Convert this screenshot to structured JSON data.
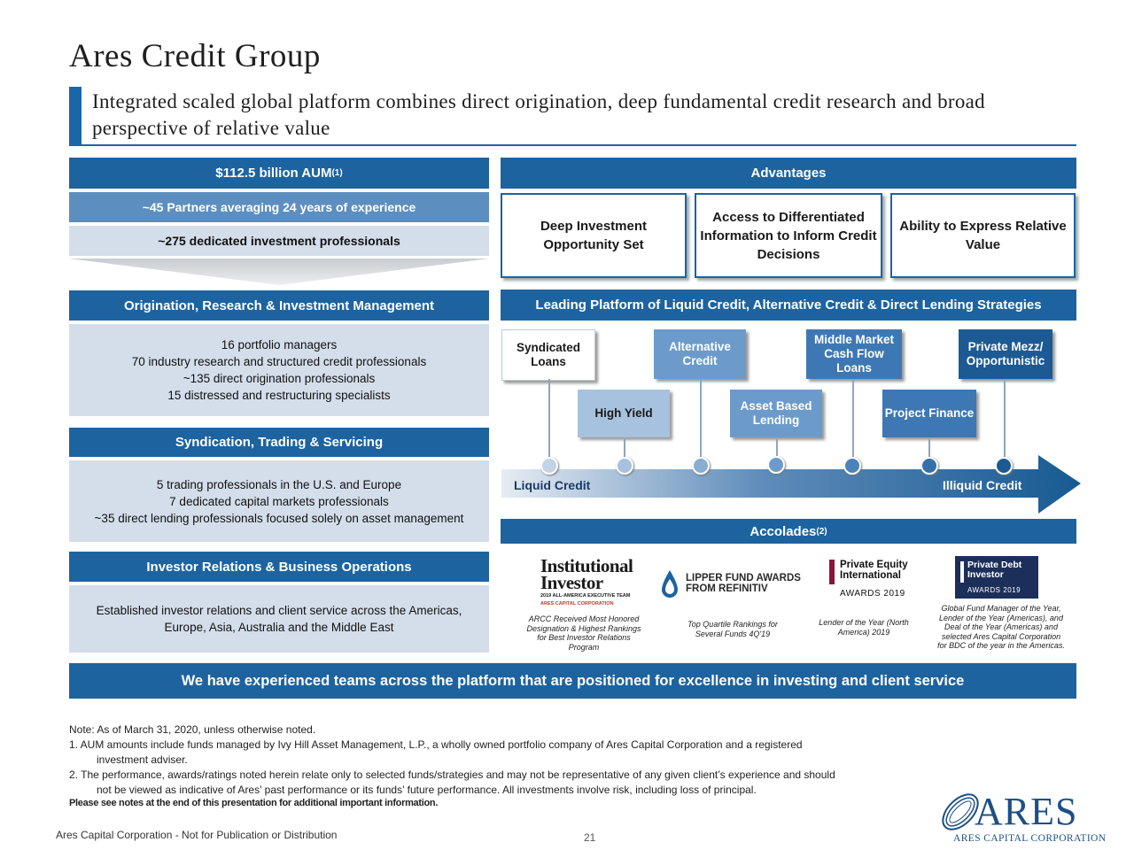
{
  "header": {
    "title": "Ares Credit Group",
    "subtitle": "Integrated scaled global platform combines direct origination, deep fundamental credit research and broad perspective of relative value"
  },
  "left": {
    "aum_label": "$112.5 billion AUM",
    "aum_sup": "(1)",
    "partners": "~45 Partners averaging 24 years of experience",
    "professionals": "~275 dedicated investment professionals",
    "sections": [
      {
        "header": "Origination, Research & Investment Management",
        "lines": [
          "16 portfolio managers",
          "70 industry research and structured credit professionals",
          "~135 direct origination professionals",
          "15 distressed and restructuring specialists"
        ]
      },
      {
        "header": "Syndication, Trading & Servicing",
        "lines": [
          "5 trading professionals in the U.S. and Europe",
          "7 dedicated capital markets professionals",
          "~35 direct lending professionals focused solely on asset management"
        ]
      },
      {
        "header": "Investor Relations & Business Operations",
        "lines": [
          "Established investor relations and client service across the Americas,",
          "Europe, Asia, Australia and the Middle East"
        ]
      }
    ]
  },
  "advantages": {
    "header": "Advantages",
    "items": [
      "Deep Investment Opportunity Set",
      "Access to Differentiated Information to Inform Credit Decisions",
      "Ability to Express Relative Value"
    ]
  },
  "platform": {
    "header": "Leading Platform of Liquid Credit, Alternative Credit & Direct Lending Strategies",
    "strategies": [
      "Syndicated Loans",
      "High Yield",
      "Alternative Credit",
      "Asset Based Lending",
      "Middle Market Cash Flow Loans",
      "Project Finance",
      "Private Mezz/ Opportunistic"
    ],
    "arrow_left": "Liquid Credit",
    "arrow_right": "Illiquid Credit"
  },
  "accolades": {
    "header": "Accolades",
    "sup": "(2)",
    "items": [
      {
        "logo_lines": [
          "Institutional",
          "Investor"
        ],
        "logo_sub": "2019 ALL-AMERICA EXECUTIVE TEAM",
        "logo_sub2": "ARES CAPITAL CORPORATION",
        "caption": "ARCC Received Most Honored Designation & Highest Rankings for Best Investor Relations Program"
      },
      {
        "logo_lines": [
          "LIPPER FUND AWARDS",
          "FROM REFINITIV"
        ],
        "caption": "Top Quartile Rankings for Several Funds 4Q'19"
      },
      {
        "logo_lines": [
          "Private Equity",
          "International"
        ],
        "logo_sub": "AWARDS 2019",
        "caption": "Lender of the Year (North America) 2019"
      },
      {
        "logo_lines": [
          "Private Debt",
          "Investor"
        ],
        "logo_sub": "AWARDS 2019",
        "caption": "Global Fund Manager of the Year, Lender of the Year (Americas), and Deal of the Year (Americas) and selected Ares Capital Corporation for BDC of the year in the Americas."
      }
    ]
  },
  "banner": "We have experienced teams across the platform that are positioned for excellence in investing and client service",
  "notes": {
    "line0": "Note: As of March 31, 2020, unless otherwise noted.",
    "n1a": "1.    AUM amounts include funds managed by Ivy Hill Asset Management, L.P., a wholly owned portfolio company of Ares Capital Corporation and a registered",
    "n1b": "investment adviser.",
    "n2a": "2.    The performance, awards/ratings noted herein relate only to selected funds/strategies and may not be representative of any given client’s experience and should",
    "n2b": "not be viewed as indicative of Ares’ past performance or its funds’ future performance. All investments involve risk, including loss of principal.",
    "bold": "Please see notes at the end of this presentation for additional important information."
  },
  "footer": {
    "left": "Ares Capital Corporation - Not for Publication or Distribution",
    "page": "21",
    "logo_text": "ARES",
    "logo_sub": "ARES CAPITAL CORPORATION"
  },
  "colors": {
    "brand_blue": "#1d63a0",
    "accent": "#1b66a8"
  }
}
